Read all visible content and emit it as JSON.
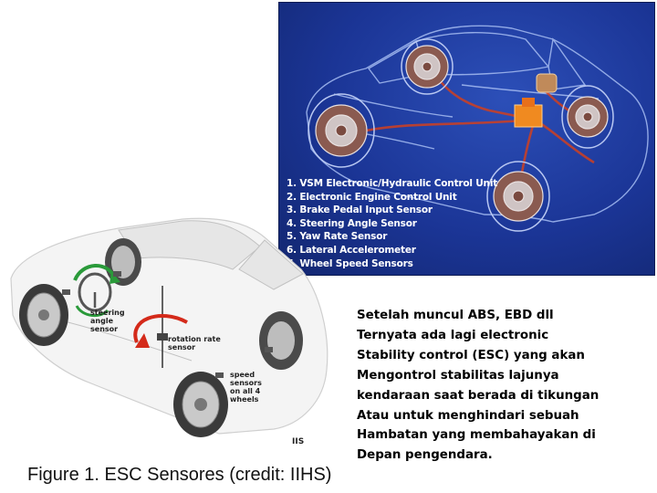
{
  "esc_panel": {
    "legend": [
      "1. VSM Electronic/Hydraulic Control Unit",
      "2. Electronic Engine Control Unit",
      "3. Brake Pedal Input Sensor",
      "4. Steering Angle Sensor",
      "5. Yaw Rate Sensor",
      "6. Lateral Accelerometer",
      "7. Wheel Speed Sensors"
    ],
    "colors": {
      "background": "#1b3596",
      "wiring": "#d04020",
      "unit": "#f08a20"
    }
  },
  "sensor_figure": {
    "callouts": {
      "steering": "steering\nangle\nsensor",
      "rotation": "rotation rate\nsensor",
      "speed": "speed\nsensors\non all 4\nwheels"
    },
    "mark": "IIS",
    "caption": "Figure 1. ESC Sensores (credit: IIHS)",
    "colors": {
      "steering_arrow": "#2a9a3a",
      "rotation_arrow": "#d42a1a"
    }
  },
  "description": {
    "lines": [
      "Setelah muncul ABS, EBD dll",
      "Ternyata ada lagi electronic",
      "Stability control (ESC) yang akan",
      "Mengontrol  stabilitas lajunya",
      "kendaraan saat berada di tikungan",
      "Atau untuk menghindari sebuah",
      "Hambatan yang membahayakan di",
      "Depan pengendara."
    ]
  }
}
